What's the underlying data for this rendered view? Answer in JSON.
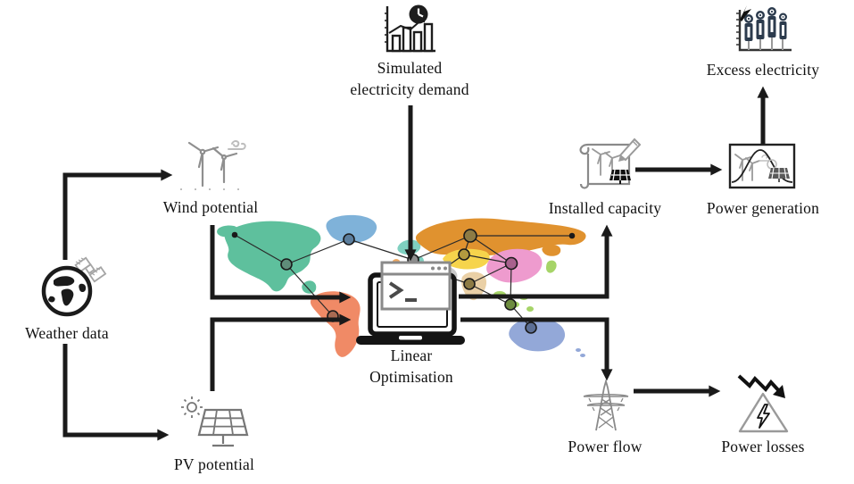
{
  "diagram": {
    "type": "flowchart",
    "labels": {
      "simulated_line1": "Simulated",
      "simulated_line2": "electricity demand",
      "excess": "Excess electricity",
      "wind": "Wind potential",
      "installed": "Installed capacity",
      "generation": "Power generation",
      "weather": "Weather data",
      "linear_line1": "Linear",
      "linear_line2": "Optimisation",
      "pv": "PV potential",
      "flow": "Power flow",
      "losses": "Power losses"
    },
    "nodes": [
      {
        "id": "weather-data",
        "label": "Weather data",
        "icon": "globe-satellite-icon"
      },
      {
        "id": "wind-potential",
        "label": "Wind potential",
        "icon": "wind-turbines-icon"
      },
      {
        "id": "pv-potential",
        "label": "PV potential",
        "icon": "solar-panel-icon"
      },
      {
        "id": "simulated-electricity-demand",
        "label": "Simulated electricity demand",
        "icon": "demand-chart-icon"
      },
      {
        "id": "linear-optimisation",
        "label": "Linear Optimisation",
        "icon": "laptop-terminal-icon"
      },
      {
        "id": "installed-capacity",
        "label": "Installed capacity",
        "icon": "blueprint-pencil-icon"
      },
      {
        "id": "power-generation",
        "label": "Power generation",
        "icon": "generation-landscape-icon"
      },
      {
        "id": "excess-electricity",
        "label": "Excess electricity",
        "icon": "excess-bars-icon"
      },
      {
        "id": "power-flow",
        "label": "Power flow",
        "icon": "transmission-tower-icon"
      },
      {
        "id": "power-losses",
        "label": "Power losses",
        "icon": "lightning-triangle-icon"
      }
    ],
    "flows": [
      {
        "from": "weather-data",
        "to": "wind-potential"
      },
      {
        "from": "weather-data",
        "to": "pv-potential"
      },
      {
        "from": "wind-potential",
        "to": "linear-optimisation"
      },
      {
        "from": "pv-potential",
        "to": "linear-optimisation"
      },
      {
        "from": "simulated-electricity-demand",
        "to": "linear-optimisation"
      },
      {
        "from": "linear-optimisation",
        "to": "installed-capacity"
      },
      {
        "from": "linear-optimisation",
        "to": "power-flow"
      },
      {
        "from": "installed-capacity",
        "to": "power-generation"
      },
      {
        "from": "power-generation",
        "to": "excess-electricity"
      },
      {
        "from": "power-flow",
        "to": "power-losses"
      }
    ],
    "colors": {
      "arrow": "#1a1a1a",
      "text": "#111111",
      "background": "#ffffff",
      "map_north_america": "#5ec09d",
      "map_greenland": "#7fb2d9",
      "map_south_america": "#f08a66",
      "map_russia": "#e0922f",
      "map_central_asia": "#f6d44c",
      "map_middle_east": "#c9c9c9",
      "map_india": "#ead0a6",
      "map_china": "#ee9bce",
      "map_southeast_asia": "#a6d468",
      "map_australia": "#93a8d8",
      "excess_bars": "#2c3b4d"
    }
  }
}
